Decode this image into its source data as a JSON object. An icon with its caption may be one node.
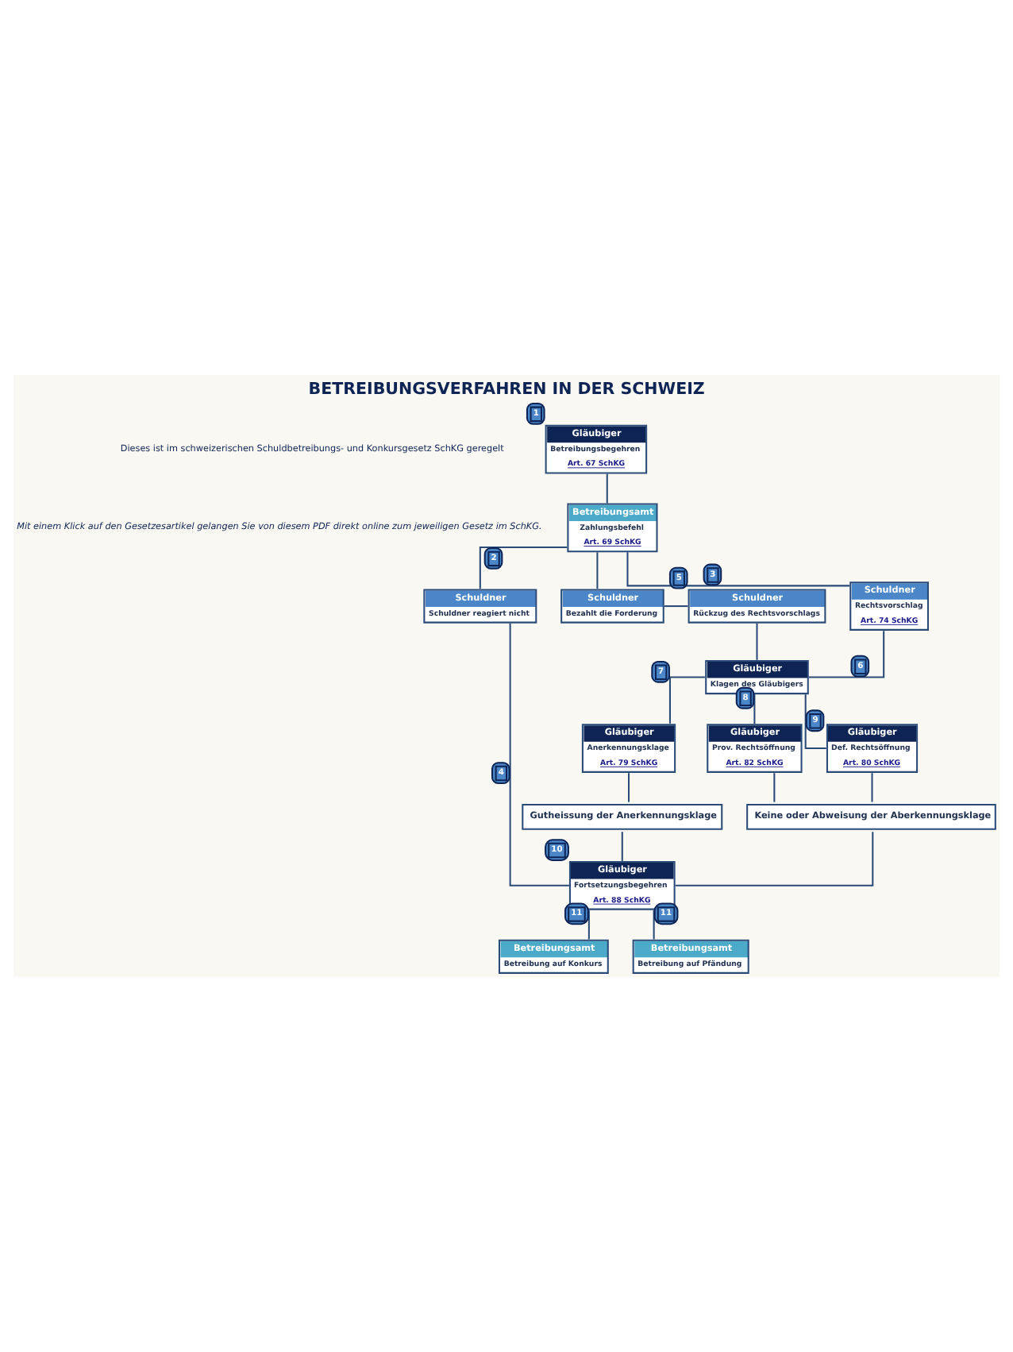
{
  "diagram": {
    "title": "BETREIBUNGSVERFAHREN IN DER SCHWEIZ",
    "nodes": [
      {
        "text": [
          "Gläubiger",
          "Betreibungsbegehren",
          "Art. 67 SchKG"
        ],
        "beside": [
          "1"
        ]
      },
      {
        "text": [
          "Betreibungsamt",
          "Zahlungsbefehl",
          "Art. 69 SchKG"
        ]
      },
      {
        "text": [
          "Schuldner",
          "Rechtsvorschlag",
          "Art. 74 SchKG"
        ]
      },
      {
        "text": [
          "Schuldner",
          "Schuldner reagiert nicht"
        ]
      },
      {
        "text": [
          "Schuldner",
          "Rückzug des Rechtsvorschlags"
        ],
        "beside": [
          "5"
        ]
      },
      {
        "text": [
          "Schuldner",
          "Bezahlt die Forderung"
        ]
      },
      {
        "text": [
          "Gläubiger",
          "Klagen des Gläubigers"
        ]
      },
      {
        "text": [
          "Gläubiger",
          "Def. Rechtsöffnung",
          "Art. 80 SchKG"
        ]
      },
      {
        "text": [
          "Gläubiger",
          "Prov. Rechtsöffnung",
          "Art. 82 SchKG"
        ]
      },
      {
        "text": [
          "Gläubiger",
          "Anerkennungsklage",
          "Art. 79 SchKG"
        ]
      },
      {
        "text": [
          "Keine oder Abweisung der Aberkennungsklage"
        ]
      },
      {
        "text": [
          "Gutheissung der Anerkennungsklage"
        ]
      },
      {
        "text": [
          "Gläubiger",
          "Fortsetzungsbegehren",
          "Art. 88 SchKG"
        ],
        "beside": [
          "10"
        ]
      },
      {
        "text": [
          "Betreibungsamt",
          "Betreibung auf Konkurs"
        ]
      },
      {
        "text": [
          "Betreibungsamt",
          "Betreibung auf Pfändung"
        ]
      }
    ],
    "edges": [
      {
        "from": 0,
        "to": 1,
        "arrow": "none"
      },
      {
        "from": 1,
        "to": 2,
        "arrow": "none",
        "label": "3"
      },
      {
        "from": 1,
        "to": 3,
        "arrow": "none",
        "label": "2"
      },
      {
        "from": 1,
        "to": 5,
        "arrow": "none"
      },
      {
        "from": 2,
        "to": 6,
        "arrow": "none",
        "label": "6"
      },
      {
        "from": 4,
        "to": 6,
        "arrow": "none"
      },
      {
        "from": 4,
        "to": 5,
        "arrow": "none"
      },
      {
        "from": 3,
        "to": 12,
        "arrow": "none",
        "label": "4"
      },
      {
        "from": 6,
        "to": 7,
        "arrow": "none",
        "label": "9"
      },
      {
        "from": 6,
        "to": 8,
        "arrow": "none",
        "label": "8"
      },
      {
        "from": 6,
        "to": 9,
        "arrow": "none",
        "label": "7"
      },
      {
        "from": 7,
        "to": 10,
        "arrow": "none"
      },
      {
        "from": 8,
        "to": 10,
        "arrow": "none"
      },
      {
        "from": 9,
        "to": 11,
        "arrow": "none"
      },
      {
        "from": 10,
        "to": 12,
        "arrow": "none"
      },
      {
        "from": 11,
        "to": 12,
        "arrow": "none"
      },
      {
        "from": 12,
        "to": 13,
        "arrow": "none",
        "label": "11"
      },
      {
        "from": 12,
        "to": 14,
        "arrow": "none",
        "label": "11"
      }
    ],
    "labels": [
      "Dieses ist im schweizerischen Schuldbetreibungs- und Konkursgesetz SchKG geregelt",
      "Mit einem Klick auf den Gesetzesartikel gelangen Sie von diesem PDF direkt online zum jeweiligen Gesetz im SchKG."
    ]
  }
}
